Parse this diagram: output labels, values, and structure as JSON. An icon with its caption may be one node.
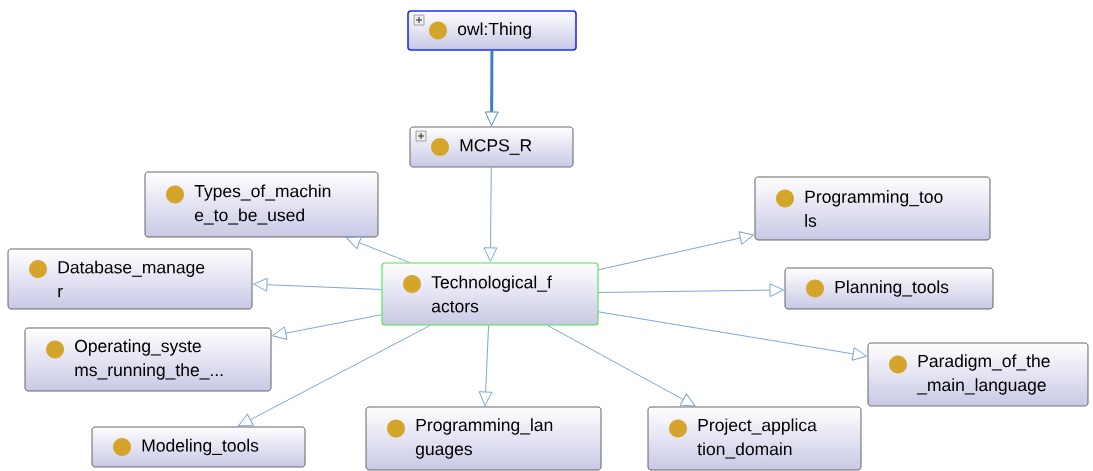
{
  "diagram": {
    "nodes": [
      {
        "text": [
          "owl:Thing"
        ]
      },
      {
        "text": [
          "MCPS_R"
        ]
      },
      {
        "text": [
          "Types_of_machin e_to_be_used"
        ]
      },
      {
        "text": [
          "Database_manage r"
        ]
      },
      {
        "text": [
          "Technological_f actors"
        ]
      },
      {
        "text": [
          "Programming_too ls"
        ]
      },
      {
        "text": [
          "Planning_tools"
        ]
      },
      {
        "text": [
          "Operating_syste ms_running_the_..."
        ]
      },
      {
        "text": [
          "Paradigm_of_the _main_language"
        ]
      },
      {
        "text": [
          "Modeling_tools"
        ]
      },
      {
        "text": [
          "Programming_lan guages"
        ]
      },
      {
        "text": [
          "Project_applica tion_domain"
        ]
      }
    ],
    "edges": [
      {
        "from": 0,
        "to": 1,
        "arrow": "to",
        "style": "thick",
        "color": "#3d7fc1"
      },
      {
        "from": 1,
        "to": 4,
        "arrow": "to"
      },
      {
        "from": 4,
        "to": 2,
        "arrow": "to"
      },
      {
        "from": 4,
        "to": 3,
        "arrow": "to"
      },
      {
        "from": 4,
        "to": 5,
        "arrow": "to"
      },
      {
        "from": 4,
        "to": 6,
        "arrow": "to"
      },
      {
        "from": 4,
        "to": 7,
        "arrow": "to"
      },
      {
        "from": 4,
        "to": 8,
        "arrow": "to"
      },
      {
        "from": 4,
        "to": 9,
        "arrow": "to"
      },
      {
        "from": 4,
        "to": 10,
        "arrow": "to"
      },
      {
        "from": 4,
        "to": 11,
        "arrow": "to"
      }
    ]
  }
}
